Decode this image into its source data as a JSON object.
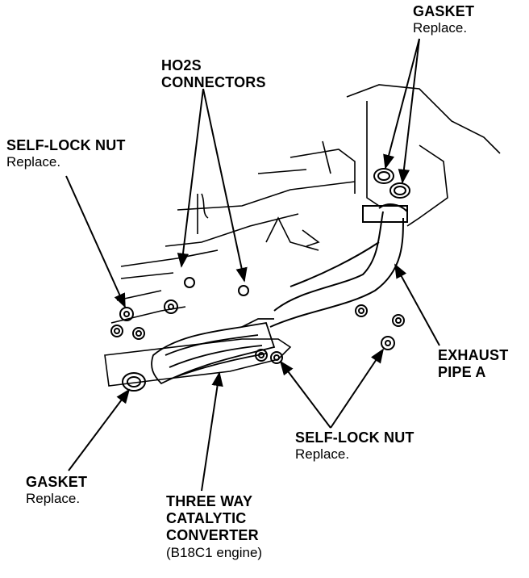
{
  "labels": {
    "gasket_top": {
      "title": "GASKET",
      "note": "Replace."
    },
    "ho2s": {
      "line1": "HO2S",
      "line2": "CONNECTORS"
    },
    "self_lock_left": {
      "title": "SELF-LOCK NUT",
      "note": "Replace."
    },
    "exhaust_pipe": {
      "line1": "EXHAUST",
      "line2": "PIPE A"
    },
    "self_lock_bottom": {
      "title": "SELF-LOCK NUT",
      "note": "Replace."
    },
    "gasket_bottom": {
      "title": "GASKET",
      "note": "Replace."
    },
    "converter": {
      "line1": "THREE WAY",
      "line2": "CATALYTIC",
      "line3": "CONVERTER",
      "note": "(B18C1 engine)"
    }
  },
  "colors": {
    "ink": "#000000",
    "paper": "#ffffff"
  }
}
